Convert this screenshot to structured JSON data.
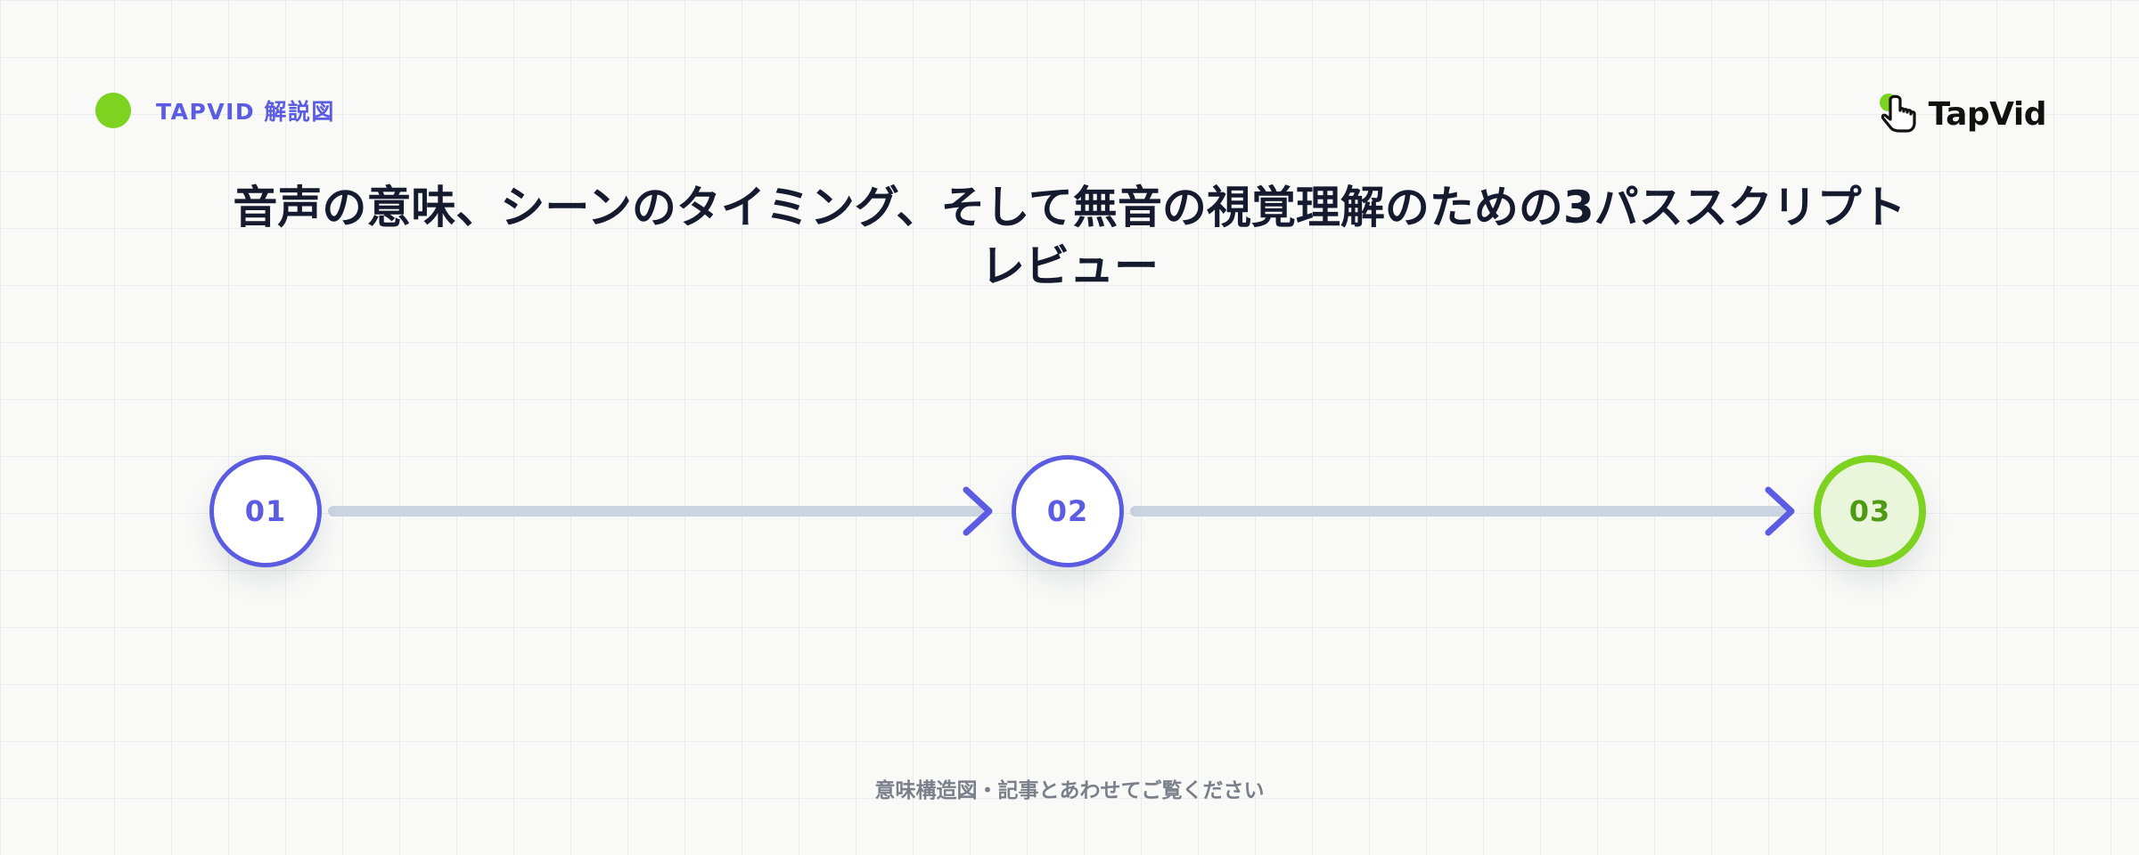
{
  "header": {
    "brand_label": "TAPVID 解説図",
    "logo_text": "TapVid"
  },
  "title": "音声の意味、シーンのタイミング、そして無音の視覚理解のための3パススクリプトレビュー",
  "steps": [
    {
      "label": "01",
      "state": "default"
    },
    {
      "label": "02",
      "state": "default"
    },
    {
      "label": "03",
      "state": "active"
    }
  ],
  "footer": "意味構造図・記事とあわせてご覧ください",
  "colors": {
    "accent": "#5b5ce2",
    "highlight": "#7ed321",
    "connector": "#cbd5e1",
    "title": "#151a2e"
  }
}
